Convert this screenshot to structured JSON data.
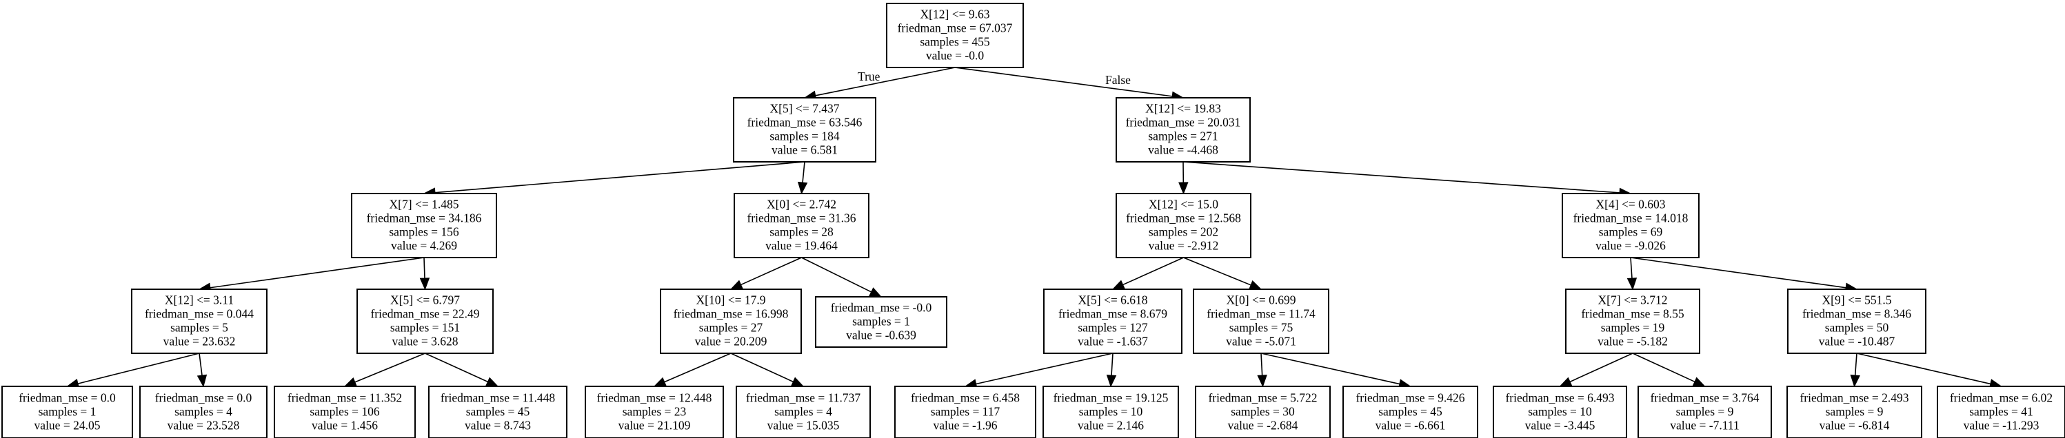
{
  "tree": {
    "nodes": [
      {
        "id": "n0",
        "lines": [
          "X[12] <= 9.63",
          "friedman_mse = 67.037",
          "samples = 455",
          "value = -0.0"
        ]
      },
      {
        "id": "n1",
        "lines": [
          "X[5] <= 7.437",
          "friedman_mse = 63.546",
          "samples = 184",
          "value = 6.581"
        ]
      },
      {
        "id": "n2",
        "lines": [
          "X[12] <= 19.83",
          "friedman_mse = 20.031",
          "samples = 271",
          "value = -4.468"
        ]
      },
      {
        "id": "n3",
        "lines": [
          "X[7] <= 1.485",
          "friedman_mse = 34.186",
          "samples = 156",
          "value = 4.269"
        ]
      },
      {
        "id": "n4",
        "lines": [
          "X[0] <= 2.742",
          "friedman_mse = 31.36",
          "samples = 28",
          "value = 19.464"
        ]
      },
      {
        "id": "n5",
        "lines": [
          "X[12] <= 15.0",
          "friedman_mse = 12.568",
          "samples = 202",
          "value = -2.912"
        ]
      },
      {
        "id": "n6",
        "lines": [
          "X[4] <= 0.603",
          "friedman_mse = 14.018",
          "samples = 69",
          "value = -9.026"
        ]
      },
      {
        "id": "n7",
        "lines": [
          "X[12] <= 3.11",
          "friedman_mse = 0.044",
          "samples = 5",
          "value = 23.632"
        ]
      },
      {
        "id": "n8",
        "lines": [
          "X[5] <= 6.797",
          "friedman_mse = 22.49",
          "samples = 151",
          "value = 3.628"
        ]
      },
      {
        "id": "n9",
        "lines": [
          "X[10] <= 17.9",
          "friedman_mse = 16.998",
          "samples = 27",
          "value = 20.209"
        ]
      },
      {
        "id": "n10",
        "lines": [
          "friedman_mse = -0.0",
          "samples = 1",
          "value = -0.639"
        ]
      },
      {
        "id": "n11",
        "lines": [
          "X[5] <= 6.618",
          "friedman_mse = 8.679",
          "samples = 127",
          "value = -1.637"
        ]
      },
      {
        "id": "n12",
        "lines": [
          "X[0] <= 0.699",
          "friedman_mse = 11.74",
          "samples = 75",
          "value = -5.071"
        ]
      },
      {
        "id": "n13",
        "lines": [
          "X[7] <= 3.712",
          "friedman_mse = 8.55",
          "samples = 19",
          "value = -5.182"
        ]
      },
      {
        "id": "n14",
        "lines": [
          "X[9] <= 551.5",
          "friedman_mse = 8.346",
          "samples = 50",
          "value = -10.487"
        ]
      },
      {
        "id": "n15",
        "lines": [
          "friedman_mse = 0.0",
          "samples = 1",
          "value = 24.05"
        ]
      },
      {
        "id": "n16",
        "lines": [
          "friedman_mse = 0.0",
          "samples = 4",
          "value = 23.528"
        ]
      },
      {
        "id": "n17",
        "lines": [
          "friedman_mse = 11.352",
          "samples = 106",
          "value = 1.456"
        ]
      },
      {
        "id": "n18",
        "lines": [
          "friedman_mse = 11.448",
          "samples = 45",
          "value = 8.743"
        ]
      },
      {
        "id": "n19",
        "lines": [
          "friedman_mse = 12.448",
          "samples = 23",
          "value = 21.109"
        ]
      },
      {
        "id": "n20",
        "lines": [
          "friedman_mse = 11.737",
          "samples = 4",
          "value = 15.035"
        ]
      },
      {
        "id": "n21",
        "lines": [
          "friedman_mse = 6.458",
          "samples = 117",
          "value = -1.96"
        ]
      },
      {
        "id": "n22",
        "lines": [
          "friedman_mse = 19.125",
          "samples = 10",
          "value = 2.146"
        ]
      },
      {
        "id": "n23",
        "lines": [
          "friedman_mse = 5.722",
          "samples = 30",
          "value = -2.684"
        ]
      },
      {
        "id": "n24",
        "lines": [
          "friedman_mse = 9.426",
          "samples = 45",
          "value = -6.661"
        ]
      },
      {
        "id": "n25",
        "lines": [
          "friedman_mse = 6.493",
          "samples = 10",
          "value = -3.445"
        ]
      },
      {
        "id": "n26",
        "lines": [
          "friedman_mse = 3.764",
          "samples = 9",
          "value = -7.111"
        ]
      },
      {
        "id": "n27",
        "lines": [
          "friedman_mse = 2.493",
          "samples = 9",
          "value = -6.814"
        ]
      },
      {
        "id": "n28",
        "lines": [
          "friedman_mse = 6.02",
          "samples = 41",
          "value = -11.293"
        ]
      }
    ],
    "edges": [
      {
        "from": "n0",
        "to": "n1",
        "label": "True"
      },
      {
        "from": "n0",
        "to": "n2",
        "label": "False"
      },
      {
        "from": "n1",
        "to": "n3"
      },
      {
        "from": "n1",
        "to": "n4"
      },
      {
        "from": "n2",
        "to": "n5"
      },
      {
        "from": "n2",
        "to": "n6"
      },
      {
        "from": "n3",
        "to": "n7"
      },
      {
        "from": "n3",
        "to": "n8"
      },
      {
        "from": "n4",
        "to": "n9"
      },
      {
        "from": "n4",
        "to": "n10"
      },
      {
        "from": "n5",
        "to": "n11"
      },
      {
        "from": "n5",
        "to": "n12"
      },
      {
        "from": "n6",
        "to": "n13"
      },
      {
        "from": "n6",
        "to": "n14"
      },
      {
        "from": "n7",
        "to": "n15"
      },
      {
        "from": "n7",
        "to": "n16"
      },
      {
        "from": "n8",
        "to": "n17"
      },
      {
        "from": "n8",
        "to": "n18"
      },
      {
        "from": "n9",
        "to": "n19"
      },
      {
        "from": "n9",
        "to": "n20"
      },
      {
        "from": "n11",
        "to": "n21"
      },
      {
        "from": "n11",
        "to": "n22"
      },
      {
        "from": "n12",
        "to": "n23"
      },
      {
        "from": "n12",
        "to": "n24"
      },
      {
        "from": "n13",
        "to": "n25"
      },
      {
        "from": "n13",
        "to": "n26"
      },
      {
        "from": "n14",
        "to": "n27"
      },
      {
        "from": "n14",
        "to": "n28"
      }
    ]
  }
}
